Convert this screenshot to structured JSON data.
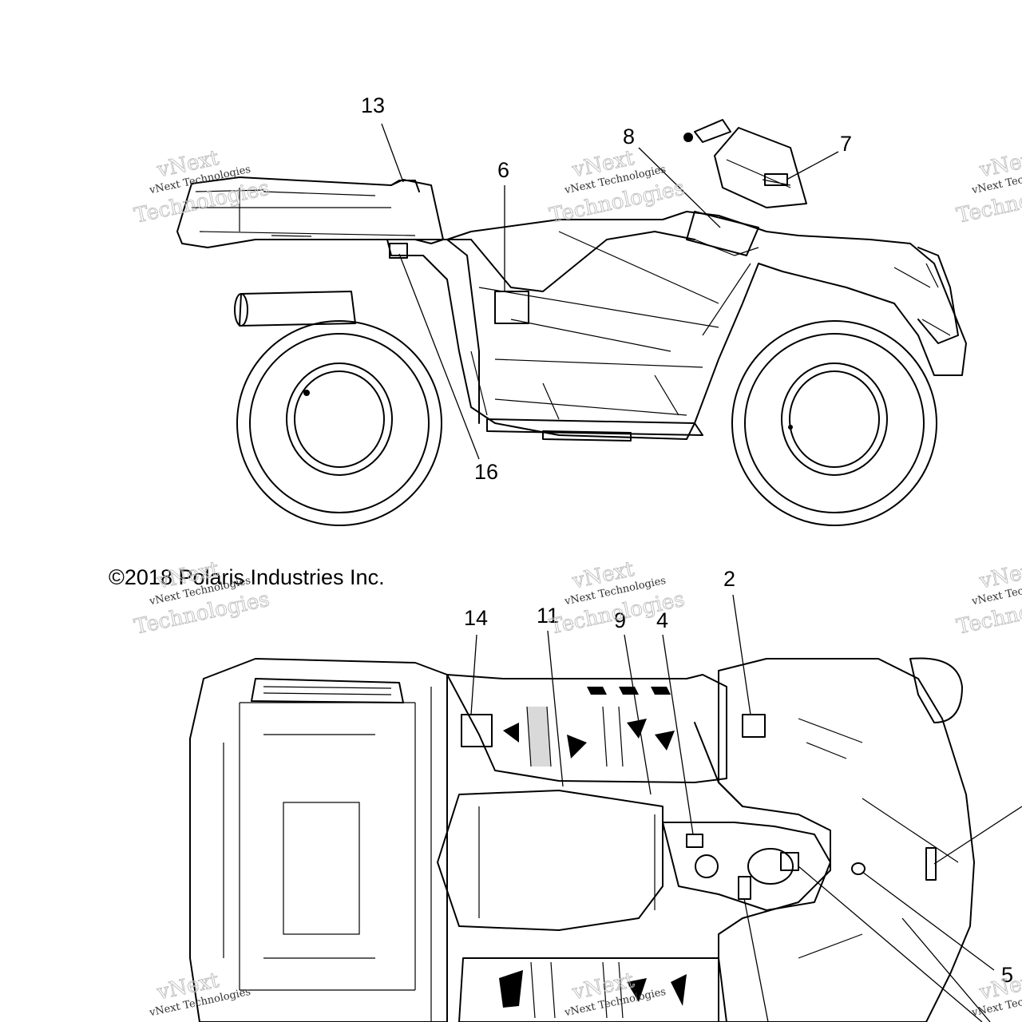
{
  "copyright": "©2018 Polaris Industries Inc.",
  "watermark": {
    "line1": "vNext Technologies",
    "line2": "Technologies",
    "line3": "vNext"
  },
  "callouts": {
    "c13": "13",
    "c8": "8",
    "c7": "7",
    "c6": "6",
    "c16": "16",
    "c2": "2",
    "c14": "14",
    "c11": "11",
    "c9": "9",
    "c4": "4",
    "c5": "5"
  },
  "colors": {
    "line": "#000000",
    "background": "#ffffff",
    "watermark": "#bdbdbd"
  }
}
